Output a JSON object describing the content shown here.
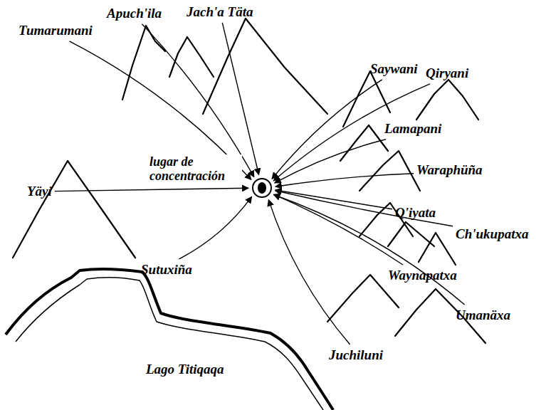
{
  "diagram": {
    "nodes": [
      {
        "text": [
          "Tumarumani"
        ]
      },
      {
        "text": [
          "Apuch'ila"
        ]
      },
      {
        "text": [
          "Jach'a Täta"
        ]
      },
      {
        "text": [
          "Saywani"
        ]
      },
      {
        "text": [
          "Qiryani"
        ]
      },
      {
        "text": [
          "Lamapani"
        ]
      },
      {
        "text": [
          "Waraphüña"
        ]
      },
      {
        "text": [
          "Q'iyata"
        ]
      },
      {
        "text": [
          "Ch'ukupatxa"
        ]
      },
      {
        "text": [
          "Waynapatxa"
        ]
      },
      {
        "text": [
          "Umanäxa"
        ]
      },
      {
        "text": [
          "Juchiluni"
        ]
      },
      {
        "text": [
          "Sutuxiña"
        ]
      },
      {
        "text": [
          "Yäyi"
        ]
      },
      {
        "text": [
          "lugar de concentración"
        ]
      }
    ],
    "edges": [
      {
        "from": 0,
        "to": 14,
        "arrow": "to"
      },
      {
        "from": 1,
        "to": 14,
        "arrow": "to"
      },
      {
        "from": 2,
        "to": 14,
        "arrow": "to"
      },
      {
        "from": 3,
        "to": 14,
        "arrow": "to"
      },
      {
        "from": 4,
        "to": 14,
        "arrow": "to"
      },
      {
        "from": 5,
        "to": 14,
        "arrow": "to"
      },
      {
        "from": 6,
        "to": 14,
        "arrow": "to"
      },
      {
        "from": 7,
        "to": 14,
        "arrow": "to"
      },
      {
        "from": 8,
        "to": 14,
        "arrow": "to"
      },
      {
        "from": 9,
        "to": 14,
        "arrow": "to"
      },
      {
        "from": 10,
        "to": 14,
        "arrow": "to"
      },
      {
        "from": 11,
        "to": 14,
        "arrow": "to"
      },
      {
        "from": 12,
        "to": 14,
        "arrow": "to"
      },
      {
        "from": 13,
        "to": 14,
        "arrow": "to"
      }
    ],
    "labels": [
      "Lago Titiqaqa"
    ]
  }
}
